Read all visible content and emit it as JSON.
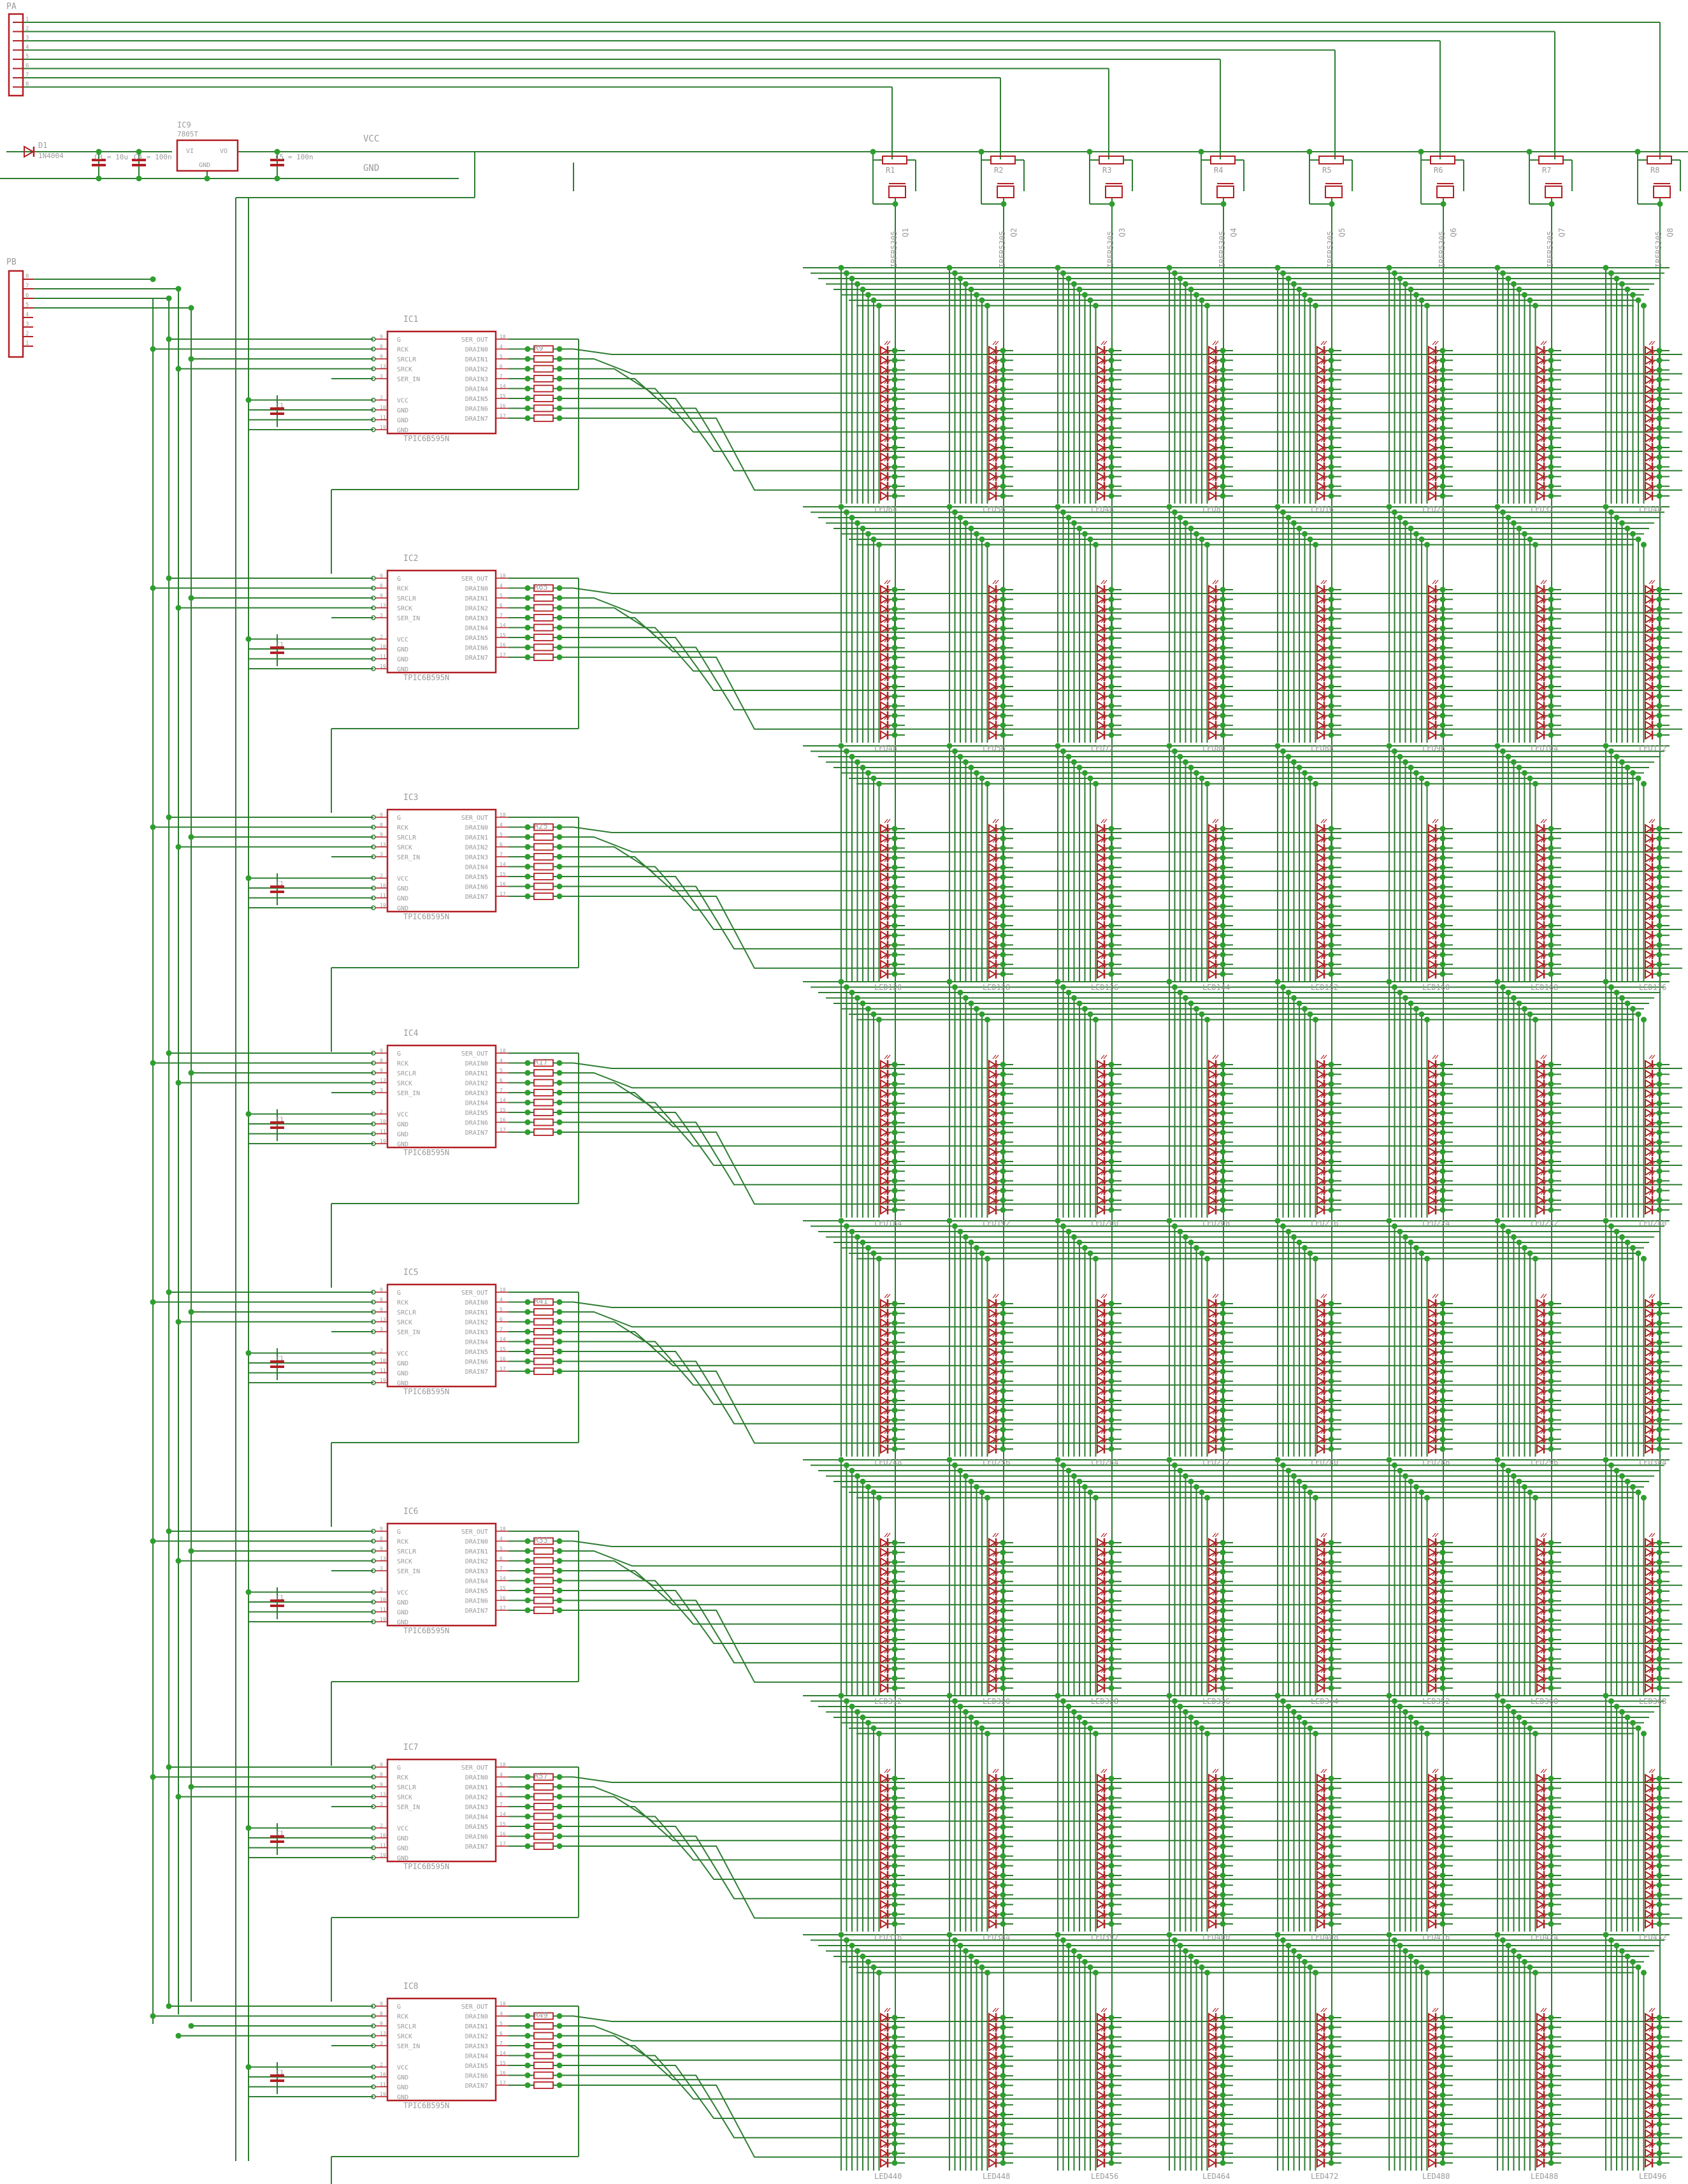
{
  "colors": {
    "wire": "#2e7d32",
    "junction": "#2e9e2e",
    "component": "#b21f24",
    "label": "#9a9a9a",
    "background": "#ffffff"
  },
  "connectors": {
    "pa": {
      "name": "PA",
      "pins": [
        "1",
        "2",
        "3",
        "4",
        "5",
        "6",
        "7",
        "8"
      ]
    },
    "pb": {
      "name": "PB",
      "pins": [
        "8",
        "7",
        "6",
        "5",
        "4",
        "3",
        "2",
        "1"
      ]
    }
  },
  "power": {
    "diode": {
      "name": "D1",
      "value": "1N4004"
    },
    "cap_c3": {
      "name": "C3 = 10u"
    },
    "cap_c4": {
      "name": "C4 = 100n"
    },
    "cap_c5": {
      "name": "C5 = 100n"
    },
    "regulator": {
      "name": "IC9",
      "value": "7805T",
      "pin_in": "VI",
      "pin_out": "VO",
      "pin_gnd": "GND"
    },
    "vcc_label": "VCC",
    "gnd_label": "GND"
  },
  "mosfets": [
    {
      "r": "R1",
      "q": "Q1",
      "part": "IRFR5305"
    },
    {
      "r": "R2",
      "q": "Q2",
      "part": "IRFR5305"
    },
    {
      "r": "R3",
      "q": "Q3",
      "part": "IRFR5305"
    },
    {
      "r": "R4",
      "q": "Q4",
      "part": "IRFR5305"
    },
    {
      "r": "R5",
      "q": "Q5",
      "part": "IRFR5305"
    },
    {
      "r": "R6",
      "q": "Q6",
      "part": "IRFR5305"
    },
    {
      "r": "R7",
      "q": "Q7",
      "part": "IRFR5305"
    },
    {
      "r": "R8",
      "q": "Q8",
      "part": "IRFR5305"
    }
  ],
  "ic_pins_left": [
    "G",
    "RCK",
    "SRCLR",
    "SRCK",
    "SER_IN",
    "VCC",
    "GND",
    "GND",
    "GND"
  ],
  "ic_pins_left_num": [
    "9",
    "8",
    "9",
    "13",
    "3",
    "2",
    "10",
    "11",
    "19"
  ],
  "ic_pins_right": [
    "SER_OUT",
    "DRAIN0",
    "DRAIN1",
    "DRAIN2",
    "DRAIN3",
    "DRAIN4",
    "DRAIN5",
    "DRAIN6",
    "DRAIN7"
  ],
  "ic_pins_right_num": [
    "18",
    "4",
    "5",
    "6",
    "7",
    "14",
    "15",
    "16",
    "17"
  ],
  "drivers": [
    {
      "ic": "IC1",
      "part": "TPIC6B595N",
      "rpack": "R9",
      "cap": "C1",
      "led_bottom": [
        "LED64",
        "LED56",
        "LED48",
        "LED8",
        "LED16",
        "LED24",
        "LED32",
        "LED40"
      ]
    },
    {
      "ic": "IC2",
      "part": "TPIC6B595N",
      "rpack": "R65",
      "cap": "C1",
      "led_bottom": [
        "LED48",
        "LED56",
        "LED72",
        "LED80",
        "LED88",
        "LED96",
        "LED104",
        "LED112"
      ]
    },
    {
      "ic": "IC3",
      "part": "TPIC6B595N",
      "rpack": "R25",
      "cap": "C1",
      "led_bottom": [
        "LED120",
        "LED128",
        "LED136",
        "LED144",
        "LED152",
        "LED160",
        "LED168",
        "LED176"
      ]
    },
    {
      "ic": "IC4",
      "part": "TPIC6B595N",
      "rpack": "R17",
      "cap": "C1",
      "led_bottom": [
        "LED184",
        "LED192",
        "LED200",
        "LED208",
        "LED216",
        "LED224",
        "LED232",
        "LED240"
      ]
    },
    {
      "ic": "IC5",
      "part": "TPIC6B595N",
      "rpack": "R41",
      "cap": "C1",
      "led_bottom": [
        "LED248",
        "LED256",
        "LED264",
        "LED272",
        "LED280",
        "LED288",
        "LED296",
        "LED304"
      ]
    },
    {
      "ic": "IC6",
      "part": "TPIC6B595N",
      "rpack": "R33",
      "cap": "C1",
      "led_bottom": [
        "LED312",
        "LED320",
        "LED328",
        "LED336",
        "LED344",
        "LED352",
        "LED360",
        "LED368"
      ]
    },
    {
      "ic": "IC7",
      "part": "TPIC6B595N",
      "rpack": "R57",
      "cap": "C1",
      "led_bottom": [
        "LED376",
        "LED384",
        "LED392",
        "LED400",
        "LED408",
        "LED416",
        "LED424",
        "LED432"
      ]
    },
    {
      "ic": "IC8",
      "part": "TPIC6B595N",
      "rpack": "R49",
      "cap": "C1",
      "led_bottom": [
        "LED440",
        "LED448",
        "LED456",
        "LED464",
        "LED472",
        "LED480",
        "LED488",
        "LED496"
      ]
    }
  ]
}
